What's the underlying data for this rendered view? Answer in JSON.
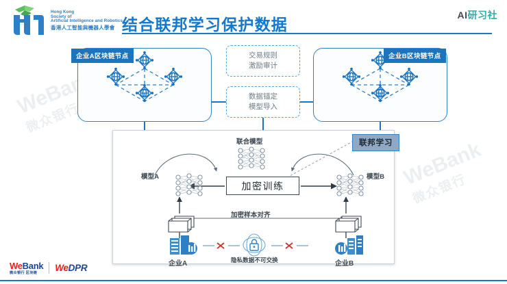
{
  "slide": {
    "title": "结合联邦学习保护数据",
    "brand": {
      "ai": "AI",
      "cn": "研习社"
    },
    "accent_blue": "#1179d0",
    "node_blue": "#1c74bd",
    "badge_gray_blue": "#8fa8c4"
  },
  "logo": {
    "en_line1": "Hong Kong",
    "en_line2": "Society of",
    "en_line3": "Artificial Intelligence and Robotics",
    "cn_line": "香港人工智能與機器人學會",
    "mark_name": "hksair-logo-icon"
  },
  "chains": {
    "a": {
      "label": "企业A区块链节点",
      "nodes": [
        "node-1",
        "node-2",
        "node-3",
        "node-4"
      ]
    },
    "b": {
      "label": "企业B区块链节点",
      "nodes": [
        "node-1",
        "node-2",
        "node-3",
        "node-4"
      ]
    }
  },
  "rule_boxes": [
    {
      "line1": "交易规则",
      "line2": "激励审计"
    },
    {
      "line1": "数据锚定",
      "line2": "模型导入"
    }
  ],
  "federated": {
    "badge": "联邦学习",
    "joint_model": "联合模型",
    "model_a": "模型A",
    "model_b": "模型B",
    "training_box": "加密训练",
    "sample_align": "加密样本对齐",
    "enterprise_a": "企业A",
    "enterprise_b": "企业B",
    "privacy_note": "隐私数据不可交换"
  },
  "watermark": {
    "en": "WeBank",
    "cn": "微众银行"
  },
  "footer": {
    "webank": {
      "we": "We",
      "bank": "Bank",
      "sub": "微众银行 区块链"
    },
    "wedpr": {
      "we": "We",
      "dpr": "DPR"
    }
  }
}
